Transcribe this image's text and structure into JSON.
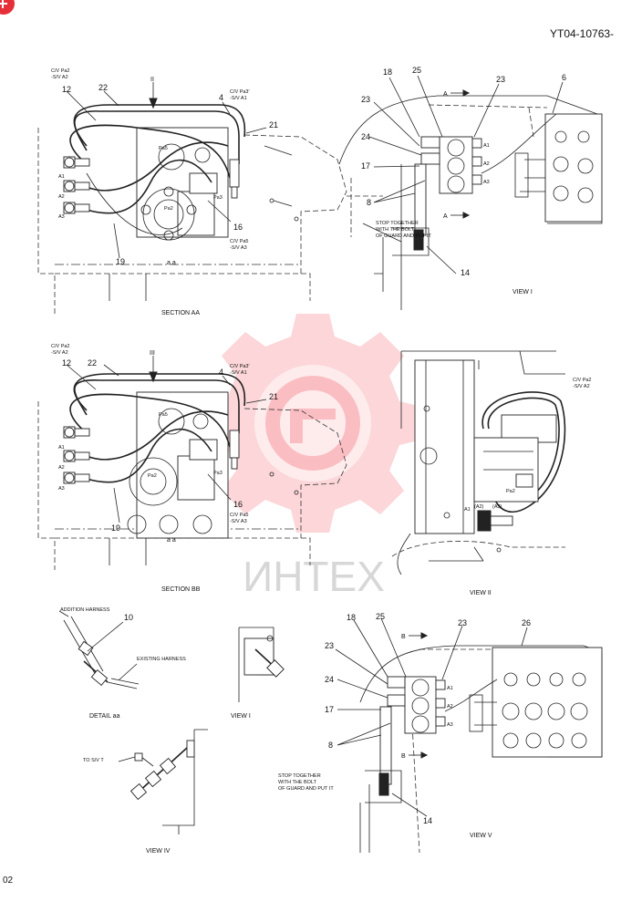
{
  "doc_id": "YT04-10763-",
  "page_number": "02",
  "watermark_text": "ИНТЕХ",
  "colors": {
    "watermark": "#f36b73",
    "corner_badge": "#e5303a",
    "ink": "#222222"
  },
  "sections": {
    "aa": {
      "title": "SECTION AA",
      "note_cv_pa2": [
        "C/V Pa2",
        "-S/V A2"
      ],
      "note_cv_pa3": [
        "C/V Pa3'",
        "-S/V A1"
      ],
      "note_cv_pa5": [
        "C/V Pa5",
        "-S/V A3"
      ],
      "section_marker": "II",
      "port_a1": "A1",
      "port_a2": "A2",
      "port_a3": "A3",
      "port_pa5": "Pa5",
      "port_pa3": "Pa3",
      "port_pa2": "Pa2",
      "detail_ref": "a a",
      "callouts": [
        "12",
        "22",
        "4",
        "21",
        "16",
        "19"
      ]
    },
    "bb": {
      "title": "SECTION BB",
      "note_cv_pa2": [
        "C/V Pa2",
        "-S/V A2"
      ],
      "note_cv_pa3": [
        "C/V Pa3'",
        "-S/V A1"
      ],
      "note_cv_pa5": [
        "C/V Pa5",
        "-S/V A3"
      ],
      "section_marker": "III",
      "port_a1": "A1",
      "port_a2": "A2",
      "port_a3": "A3",
      "port_pa5": "Pa5",
      "port_pa3": "Pa3",
      "port_pa2": "Pa2",
      "detail_ref": "a a",
      "callouts": [
        "12",
        "22",
        "4",
        "21",
        "16",
        "19"
      ]
    },
    "view_i_top": {
      "title": "VIEW I",
      "arrow_label": "A",
      "note_stop": [
        "STOP TOGETHER",
        "WITH THE BOLT",
        "OF GUARD AND PUT IT"
      ],
      "port_a1": "A1",
      "port_a2": "A2",
      "port_a3": "A3",
      "callouts": [
        "18",
        "25",
        "23",
        "23",
        "6",
        "24",
        "17",
        "8",
        "14"
      ]
    },
    "view_ii": {
      "title": "VIEW II",
      "note_cv_pa2": [
        "C/V Pa2",
        "-S/V A2"
      ],
      "ports": [
        "A1",
        "(A2)",
        "(A3)",
        "Pa2"
      ]
    },
    "detail_aa": {
      "title": "DETAIL aa",
      "label_addition": "ADDITION HARNESS",
      "label_existing": "EXISTING HARNESS",
      "callout": "10"
    },
    "view_small_i": {
      "title": "VIEW I"
    },
    "view_iv": {
      "title": "VIEW IV",
      "label_to_sv": "TO S/V T"
    },
    "view_v": {
      "title": "VIEW V",
      "arrow_label": "B",
      "note_stop": [
        "STOP TOGETHER",
        "WITH THE BOLT",
        "OF GUARD AND PUT IT"
      ],
      "port_a1": "A1",
      "port_a2": "A2",
      "port_a3": "A3",
      "callouts": [
        "18",
        "25",
        "23",
        "23",
        "26",
        "24",
        "17",
        "8",
        "14"
      ]
    }
  }
}
